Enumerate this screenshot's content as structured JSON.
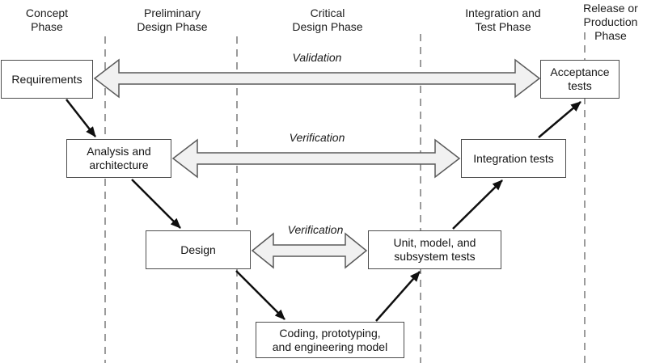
{
  "colors": {
    "background": "#ffffff",
    "box_fill": "#ffffff",
    "box_border": "#4d4d4d",
    "block_arrow_fill": "#f1f1f1",
    "block_arrow_stroke": "#5a5a5a",
    "flow_arrow": "#0f0f0f",
    "dashed_divider": "#7a7a7a",
    "text": "#1a1a1a"
  },
  "phases": [
    {
      "label": "Concept\nPhase"
    },
    {
      "label": "Preliminary\nDesign Phase"
    },
    {
      "label": "Critical\nDesign Phase"
    },
    {
      "label": "Integration and\nTest Phase"
    },
    {
      "label": "Release or\nProduction\nPhase"
    }
  ],
  "boxes": [
    {
      "label": "Requirements"
    },
    {
      "label": "Analysis and\narchitecture"
    },
    {
      "label": "Design"
    },
    {
      "label": "Coding, prototyping,\nand engineering model"
    },
    {
      "label": "Unit, model, and\nsubsystem tests"
    },
    {
      "label": "Integration tests"
    },
    {
      "label": "Acceptance\ntests"
    }
  ],
  "flow_labels": {
    "validation": "Validation",
    "verification_mid": "Verification",
    "verification_low": "Verification"
  }
}
